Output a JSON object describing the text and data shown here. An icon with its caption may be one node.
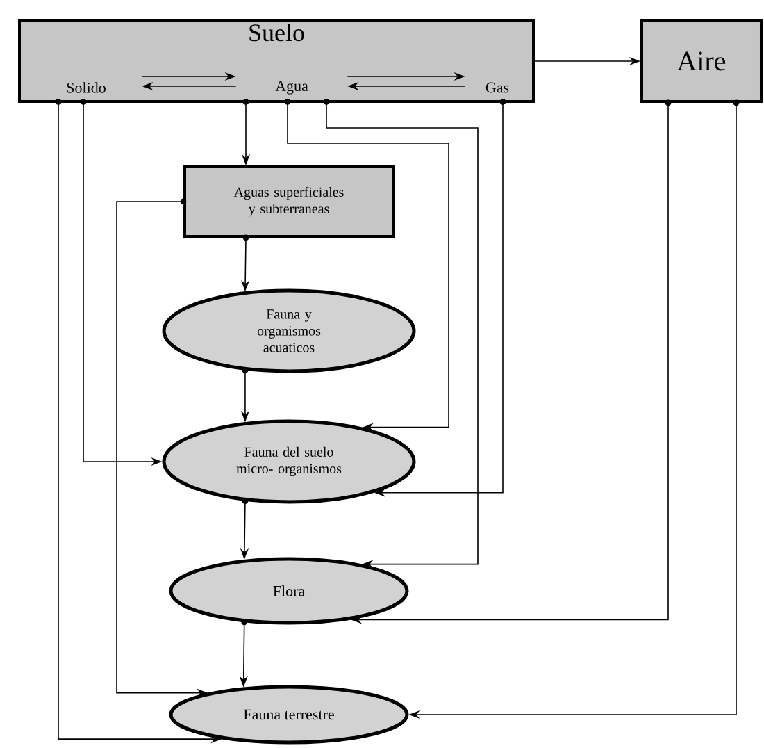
{
  "diagram": {
    "nodes": [
      {
        "text": [
          "Suelo"
        ]
      },
      {
        "text": [
          "Solido"
        ],
        "in": 0
      },
      {
        "text": [
          "Agua"
        ],
        "in": 0
      },
      {
        "text": [
          "Gas"
        ],
        "in": 0
      },
      {
        "text": [
          "Aire"
        ]
      },
      {
        "text": [
          "Aguas superficiales y subterraneas"
        ]
      },
      {
        "text": [
          "Fauna y organismos acuaticos"
        ]
      },
      {
        "text": [
          "Fauna del suelo micro- organismos"
        ]
      },
      {
        "text": [
          "Flora"
        ]
      },
      {
        "text": [
          "Fauna terrestre"
        ]
      }
    ],
    "edges": [
      {
        "from": 1,
        "to": 2,
        "arrow": "to"
      },
      {
        "from": 2,
        "to": 1,
        "arrow": "to"
      },
      {
        "from": 2,
        "to": 3,
        "arrow": "to"
      },
      {
        "from": 3,
        "to": 2,
        "arrow": "to"
      },
      {
        "from": 0,
        "to": 4,
        "arrow": "to"
      },
      {
        "from": 2,
        "to": 5,
        "arrow": "to"
      },
      {
        "from": 5,
        "to": 6,
        "arrow": "to"
      },
      {
        "from": 6,
        "to": 7,
        "arrow": "to"
      },
      {
        "from": 7,
        "to": 8,
        "arrow": "to"
      },
      {
        "from": 8,
        "to": 9,
        "arrow": "to"
      },
      {
        "from": 1,
        "to": 7,
        "arrow": "to"
      },
      {
        "from": 1,
        "to": 9,
        "arrow": "to"
      },
      {
        "from": 5,
        "to": 9,
        "arrow": "to"
      },
      {
        "from": 2,
        "to": 7,
        "arrow": "to"
      },
      {
        "from": 2,
        "to": 8,
        "arrow": "to"
      },
      {
        "from": 3,
        "to": 7,
        "arrow": "to"
      },
      {
        "from": 4,
        "to": 8,
        "arrow": "to"
      },
      {
        "from": 4,
        "to": 9,
        "arrow": "to"
      }
    ]
  }
}
